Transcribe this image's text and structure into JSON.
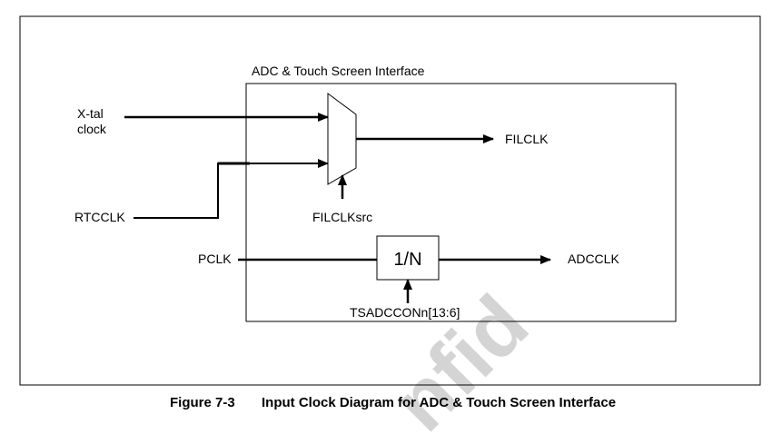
{
  "diagram": {
    "block_title": "ADC & Touch Screen Interface",
    "inputs": {
      "xtal_line1": "X-tal",
      "xtal_line2": "clock",
      "rtcclk": "RTCCLK",
      "pclk": "PCLK"
    },
    "mux_select": "FILCLKsrc",
    "divider_label": "1/N",
    "divider_control": "TSADCCONn[13:6]",
    "outputs": {
      "filclk": "FILCLK",
      "adcclk": "ADCCLK"
    }
  },
  "caption": {
    "number": "Figure 7-3",
    "title": "Input Clock Diagram for ADC & Touch Screen Interface"
  },
  "watermark": "nfid"
}
